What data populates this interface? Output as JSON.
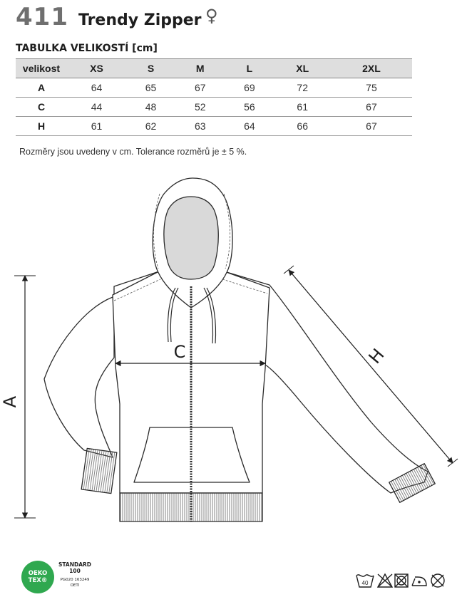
{
  "header": {
    "code": "411",
    "name": "Trendy Zipper",
    "gender_symbol": "♀"
  },
  "table": {
    "title": "TABULKA VELIKOSTÍ [cm]",
    "columns": [
      "velikost",
      "XS",
      "S",
      "M",
      "L",
      "XL",
      "2XL"
    ],
    "rows": [
      {
        "label": "A",
        "values": [
          "64",
          "65",
          "67",
          "69",
          "72",
          "75"
        ]
      },
      {
        "label": "C",
        "values": [
          "44",
          "48",
          "52",
          "56",
          "61",
          "67"
        ]
      },
      {
        "label": "H",
        "values": [
          "61",
          "62",
          "63",
          "64",
          "66",
          "67"
        ]
      }
    ]
  },
  "note": "Rozměry jsou uvedeny v cm. Tolerance rozměrů je ± 5 %.",
  "drawing": {
    "label_a": "A",
    "label_c": "C",
    "label_h": "H"
  },
  "certification": {
    "logo_line1": "OEKO",
    "logo_line2": "TEX®",
    "standard": "STANDARD",
    "number": "100",
    "cert_id": "PG020 163249",
    "institute": "OETI"
  },
  "care_symbols": [
    "wash-40-icon",
    "no-bleach-icon",
    "no-tumble-dry-icon",
    "iron-low-icon",
    "no-dry-clean-icon"
  ],
  "care_wash_temp": "40"
}
